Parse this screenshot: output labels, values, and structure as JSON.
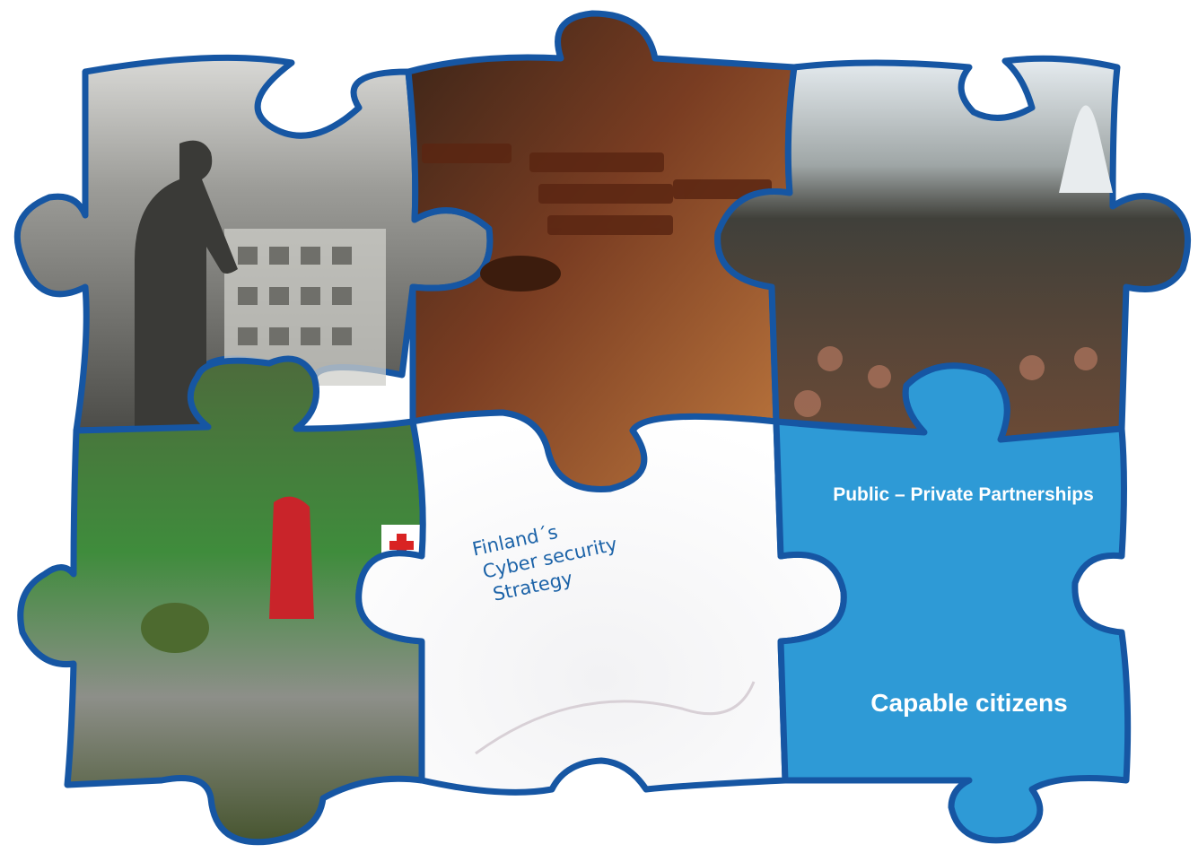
{
  "strategy_title": [
    "Finland´s",
    "Cyber security",
    "Strategy"
  ],
  "partnership_label": "Public – Private Partnerships",
  "citizens_label": "Capable citizens",
  "colors": {
    "outline": "#1656a3",
    "piece_fill": "#2e9ad6",
    "label_text": "#ffffff",
    "strategy_text": "#1c63a8"
  },
  "pieces": [
    {
      "name": "reconstruction-photo",
      "tone": "black-and-white"
    },
    {
      "name": "parliament-photo",
      "tone": "color"
    },
    {
      "name": "crowd-photo",
      "tone": "color"
    },
    {
      "name": "civil-defence-photo",
      "tone": "color"
    },
    {
      "name": "strategy-piece",
      "tone": "white"
    },
    {
      "name": "citizens-piece",
      "tone": "blue"
    }
  ]
}
